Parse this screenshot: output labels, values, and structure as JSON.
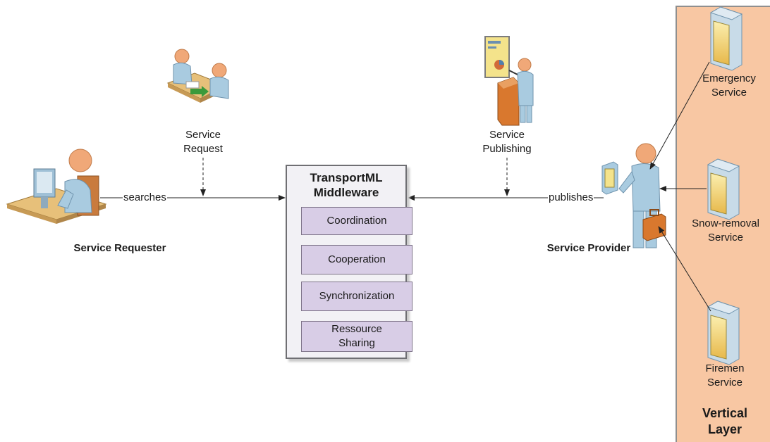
{
  "middleware": {
    "title": "TransportML\nMiddleware",
    "components": [
      "Coordination",
      "Cooperation",
      "Synchronization",
      "Ressource\nSharing"
    ]
  },
  "actors": {
    "requester": "Service Requester",
    "provider": "Service Provider"
  },
  "edge_labels": {
    "searches": "searches",
    "publishes": "publishes"
  },
  "notes": {
    "request": "Service\nRequest",
    "publishing": "Service\nPublishing"
  },
  "vertical_layer": {
    "title": "Vertical\nLayer",
    "services": [
      "Emergency\nService",
      "Snow-removal\nService",
      "Firemen\nService"
    ]
  },
  "colors": {
    "layer_fill": "#f8c7a3",
    "component_fill": "#d8cde6",
    "middleware_fill": "#f2f1f5",
    "figure_skin": "#f0a878",
    "figure_body": "#a9cbe0"
  }
}
